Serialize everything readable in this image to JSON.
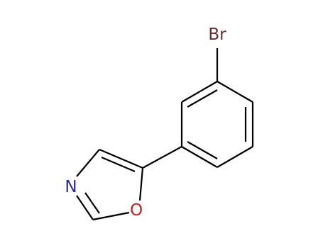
{
  "molecule": {
    "atoms": [
      {
        "id": "br",
        "label": "Br",
        "color": "#6b2b2b"
      },
      {
        "id": "n",
        "label": "N",
        "color": "#2a2a9a"
      },
      {
        "id": "o",
        "label": "O",
        "color": "#cc1f1f"
      }
    ]
  }
}
